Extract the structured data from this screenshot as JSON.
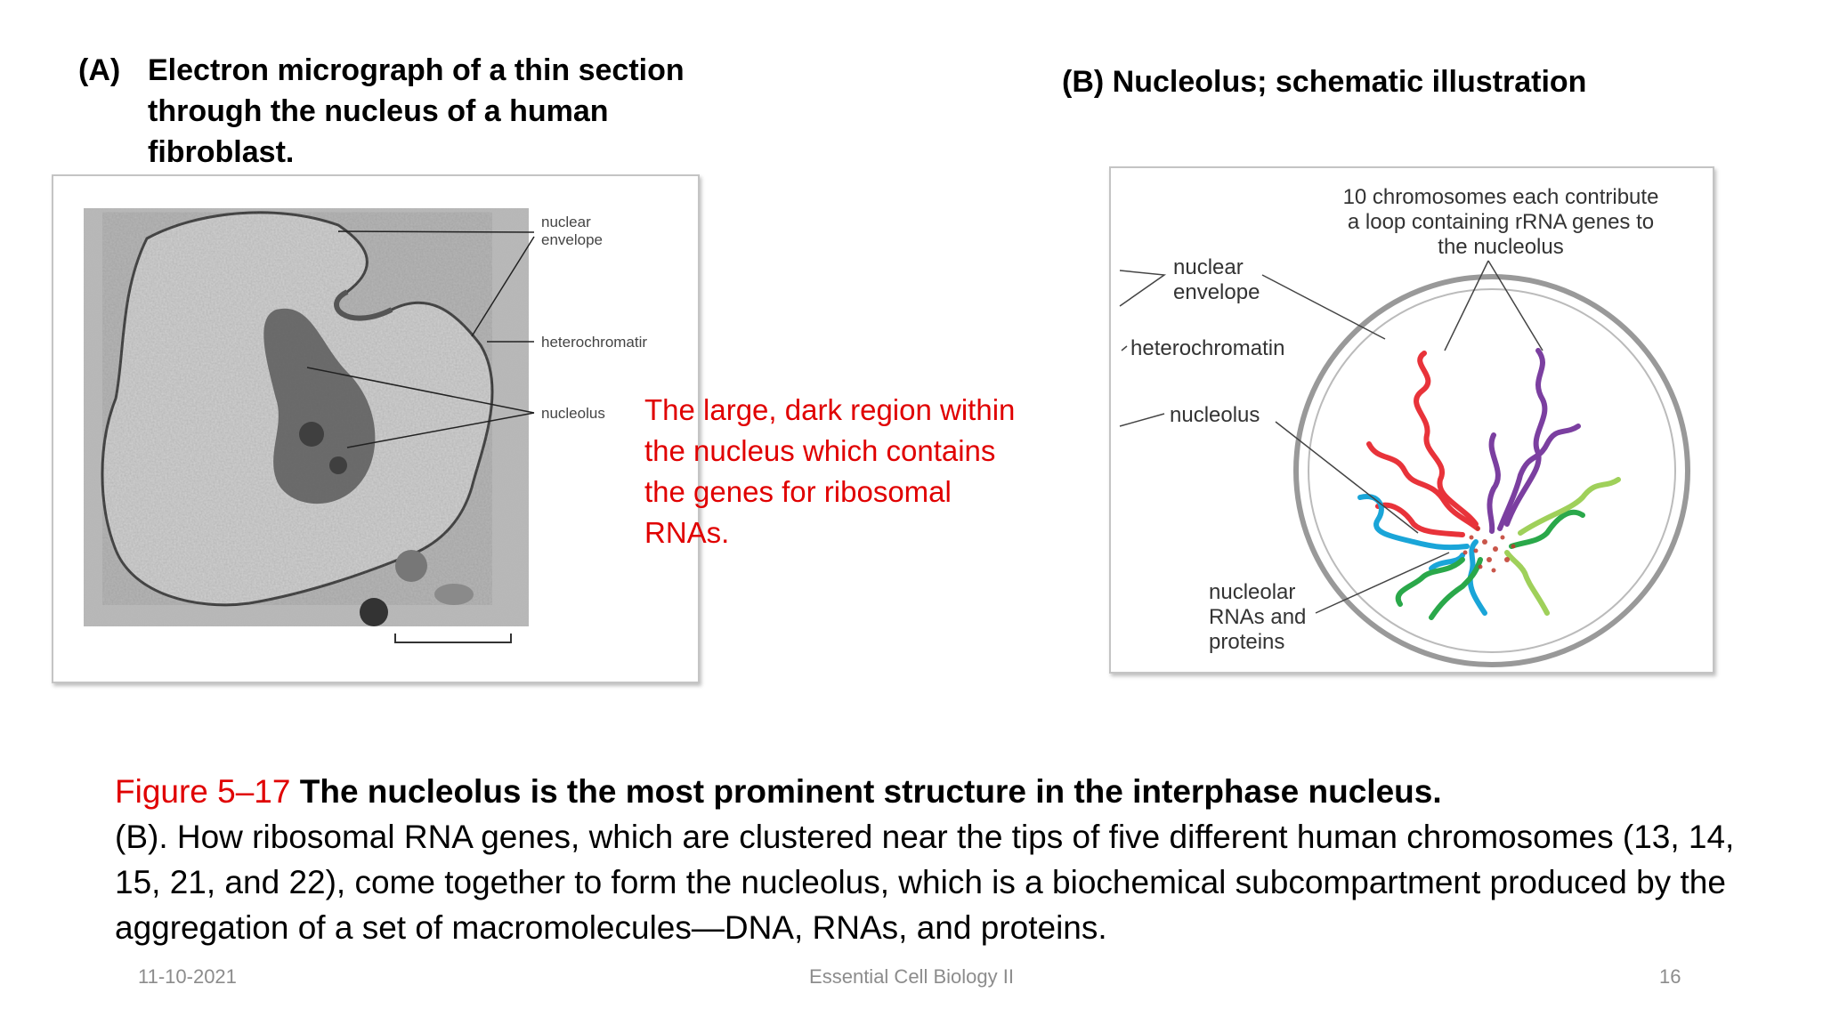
{
  "panel_a": {
    "tag": "(A)",
    "title": "Electron micrograph of a thin section through the nucleus of a human fibroblast.",
    "labels": {
      "nuclear": "nuclear",
      "envelope": "envelope",
      "heterochromatin": "heterochromatir",
      "nucleolus": "nucleolus"
    }
  },
  "panel_b": {
    "title": "(B) Nucleolus; schematic illustration",
    "labels": {
      "chromosomes_line1": "10 chromosomes each contribute",
      "chromosomes_line2": "a loop containing rRNA genes to",
      "chromosomes_line3": "the nucleolus",
      "nuclear": "nuclear",
      "envelope": "envelope",
      "heterochromatin": "heterochromatin",
      "nucleolus": "nucleolus",
      "rnas_line1": "nucleolar",
      "rnas_line2": "RNAs and",
      "rnas_line3": "proteins"
    }
  },
  "note": "The large, dark region within the nucleus which contains the genes for ribosomal RNAs.",
  "caption": {
    "figure": "Figure 5–17",
    "headline": "The nucleolus is the most prominent structure in the interphase nucleus.",
    "body": "(B). How ribosomal RNA genes, which are clustered near the tips of five different human chromosomes (13, 14, 15, 21, and 22), come together to form the nucleolus, which is a biochemical subcompartment produced by the aggregation of a set of macromolecules—DNA, RNAs, and proteins."
  },
  "footer": {
    "date": "11-10-2021",
    "course": "Essential Cell Biology II",
    "page": "16"
  },
  "colors": {
    "accent_red": "#e00000",
    "footer_gray": "#8c8c8c",
    "chromosome_red": "#e8333a",
    "chromosome_purple": "#7b3fa0",
    "chromosome_blue": "#1aa5d8",
    "chromosome_green": "#2aa84a",
    "chromosome_lime": "#9fd05a"
  }
}
